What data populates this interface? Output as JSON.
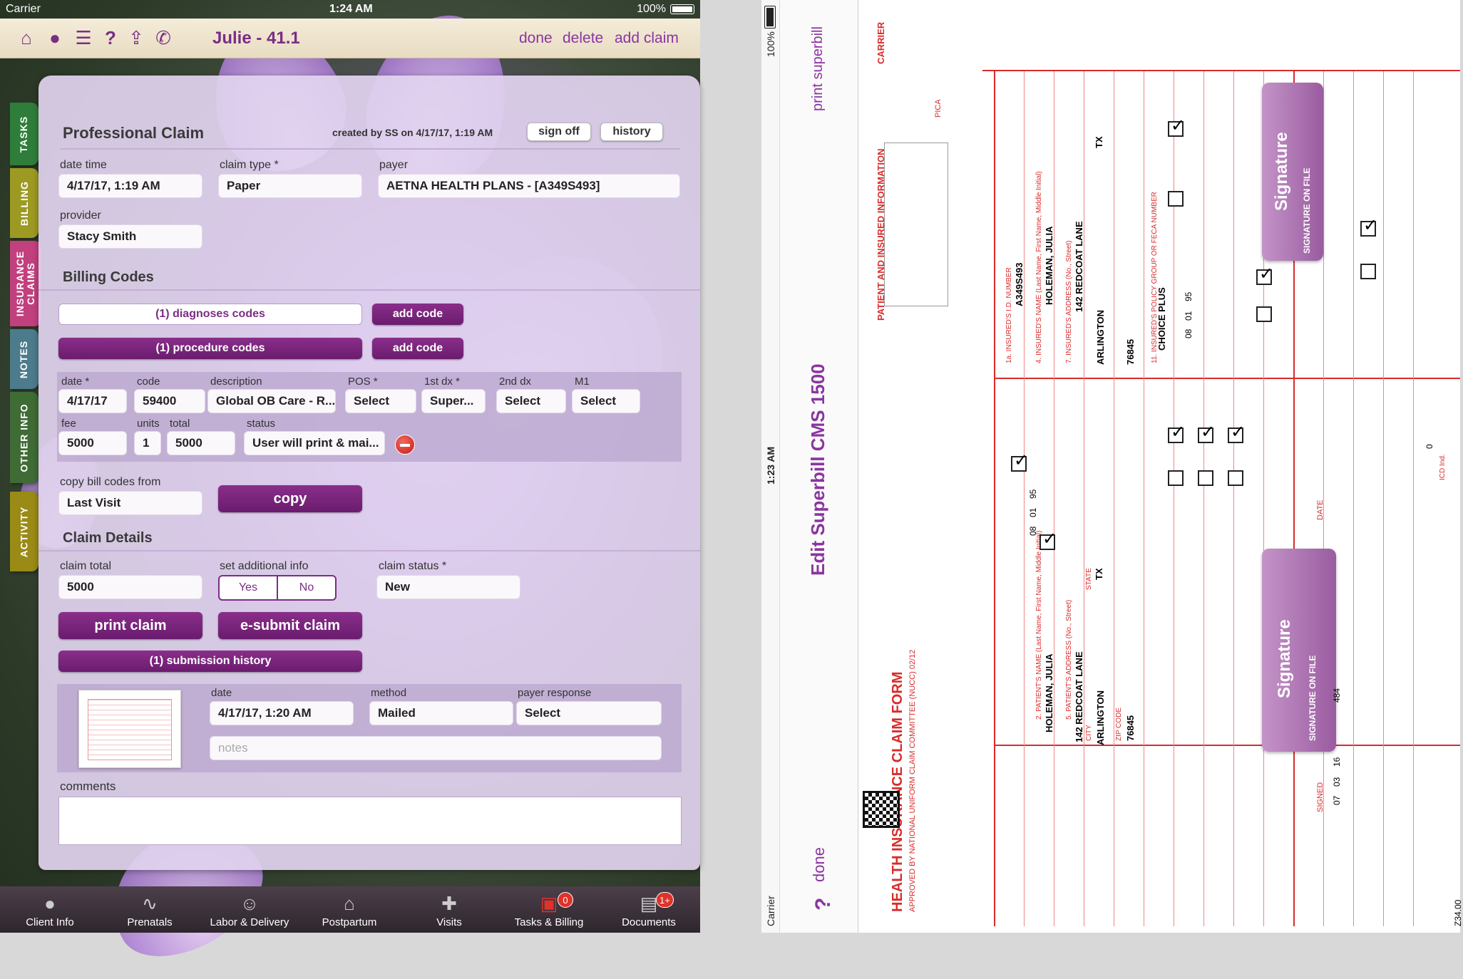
{
  "left_status": {
    "carrier": "Carrier",
    "time": "1:24 AM",
    "battery": "100%"
  },
  "nav": {
    "title": "Julie - 41.1",
    "done": "done",
    "delete": "delete",
    "add_claim": "add claim",
    "icons": [
      "home-icon",
      "chat-bubble-icon",
      "list-icon",
      "help-icon",
      "share-icon",
      "phone-icon"
    ]
  },
  "side_tabs": [
    "TASKS",
    "BILLING",
    "INSURANCE CLAIMS",
    "NOTES",
    "OTHER INFO",
    "ACTIVITY"
  ],
  "claim": {
    "title": "Professional Claim",
    "created_by": "created by SS on 4/17/17, 1:19 AM",
    "sign_off": "sign off",
    "history": "history",
    "date_time_label": "date time",
    "date_time": "4/17/17, 1:19 AM",
    "claim_type_label": "claim type *",
    "claim_type": "Paper",
    "payer_label": "payer",
    "payer": "AETNA HEALTH PLANS - [A349S493]",
    "provider_label": "provider",
    "provider": "Stacy Smith"
  },
  "billing": {
    "section": "Billing Codes",
    "diagnoses_codes": "(1) diagnoses codes",
    "procedure_codes": "(1) procedure codes",
    "add_code": "add code",
    "line": {
      "date_label": "date *",
      "date": "4/17/17",
      "code_label": "code",
      "code": "59400",
      "description_label": "description",
      "description": "Global OB Care - R...",
      "pos_label": "POS *",
      "pos": "Select",
      "dx1_label": "1st dx *",
      "dx1": "Super...",
      "dx2_label": "2nd dx",
      "dx2": "Select",
      "m1_label": "M1",
      "m1": "Select",
      "fee_label": "fee",
      "fee": "5000",
      "units_label": "units",
      "units": "1",
      "total_label": "total",
      "total": "5000",
      "status_label": "status",
      "status": "User will print & mai..."
    },
    "copy_from_label": "copy bill codes from",
    "copy_from": "Last Visit",
    "copy": "copy"
  },
  "details": {
    "section": "Claim Details",
    "claim_total_label": "claim total",
    "claim_total": "5000",
    "additional_info_label": "set additional info",
    "yes": "Yes",
    "no": "No",
    "claim_status_label": "claim status *",
    "claim_status": "New",
    "print_claim": "print claim",
    "e_submit_claim": "e-submit claim",
    "submission_history": "(1) submission history",
    "sub_date_label": "date",
    "sub_date": "4/17/17, 1:20 AM",
    "method_label": "method",
    "method": "Mailed",
    "payer_response_label": "payer response",
    "payer_response": "Select",
    "notes_placeholder": "notes",
    "comments_label": "comments"
  },
  "tabbar": [
    {
      "label": "Client Info",
      "icon": "person-icon"
    },
    {
      "label": "Prenatals",
      "icon": "heartbeat-icon"
    },
    {
      "label": "Labor & Delivery",
      "icon": "baby-icon"
    },
    {
      "label": "Postpartum",
      "icon": "house-icon"
    },
    {
      "label": "Visits",
      "icon": "medical-bag-icon"
    },
    {
      "label": "Tasks & Billing",
      "icon": "inbox-icon",
      "badge": "0"
    },
    {
      "label": "Documents",
      "icon": "documents-icon",
      "badge": "1+"
    }
  ],
  "right_status": {
    "carrier": "Carrier",
    "time": "1:23 AM",
    "battery": "100%"
  },
  "superbill": {
    "title": "Edit Superbill CMS 1500",
    "done": "done",
    "print": "print superbill",
    "help": "?",
    "form_title": "HEALTH INSURANCE CLAIM FORM",
    "approved": "APPROVED BY NATIONAL UNIFORM CLAIM COMMITTEE (NUCC) 02/12",
    "carrier_label": "CARRIER",
    "patient_info_label": "PATIENT AND INSURED INFORMATION",
    "pica": "PICA",
    "insured_id_label": "1a. INSURED'S I.D. NUMBER",
    "insured_id": "A349S493",
    "patient_name_label": "2. PATIENT'S NAME (Last Name, First Name, Middle Initial)",
    "patient_name": "HOLEMAN, JULIA",
    "insured_name_label": "4. INSURED'S NAME (Last Name, First Name, Middle Initial)",
    "insured_name": "HOLEMAN, JULIA",
    "patient_address_label": "5. PATIENT'S ADDRESS (No., Street)",
    "patient_address": "142 REDCOAT LANE",
    "insured_address_label": "7. INSURED'S ADDRESS (No., Street)",
    "insured_address": "142 REDCOAT LANE",
    "city_label": "CITY",
    "city": "ARLINGTON",
    "state_label": "STATE",
    "state": "TX",
    "zip_label": "ZIP CODE",
    "zip": "76845",
    "birth_mm": "08",
    "birth_dd": "01",
    "birth_yy": "95",
    "group_label": "11. INSURED'S POLICY GROUP OR FECA NUMBER",
    "group": "CHOICE PLUS",
    "signature": "Signature",
    "signature_on_file": "SIGNATURE ON FILE",
    "signed": "SIGNED",
    "date_label": "DATE",
    "qual": "484",
    "lmp_mm": "07",
    "lmp_dd": "03",
    "lmp_yy": "16",
    "icd_ind": "0",
    "icd_label": "ICD Ind.",
    "diag_a": "Z34.00"
  },
  "colors": {
    "brand": "#7b2d84",
    "form_red": "#d92b2b",
    "accent": "#8a35a0"
  }
}
